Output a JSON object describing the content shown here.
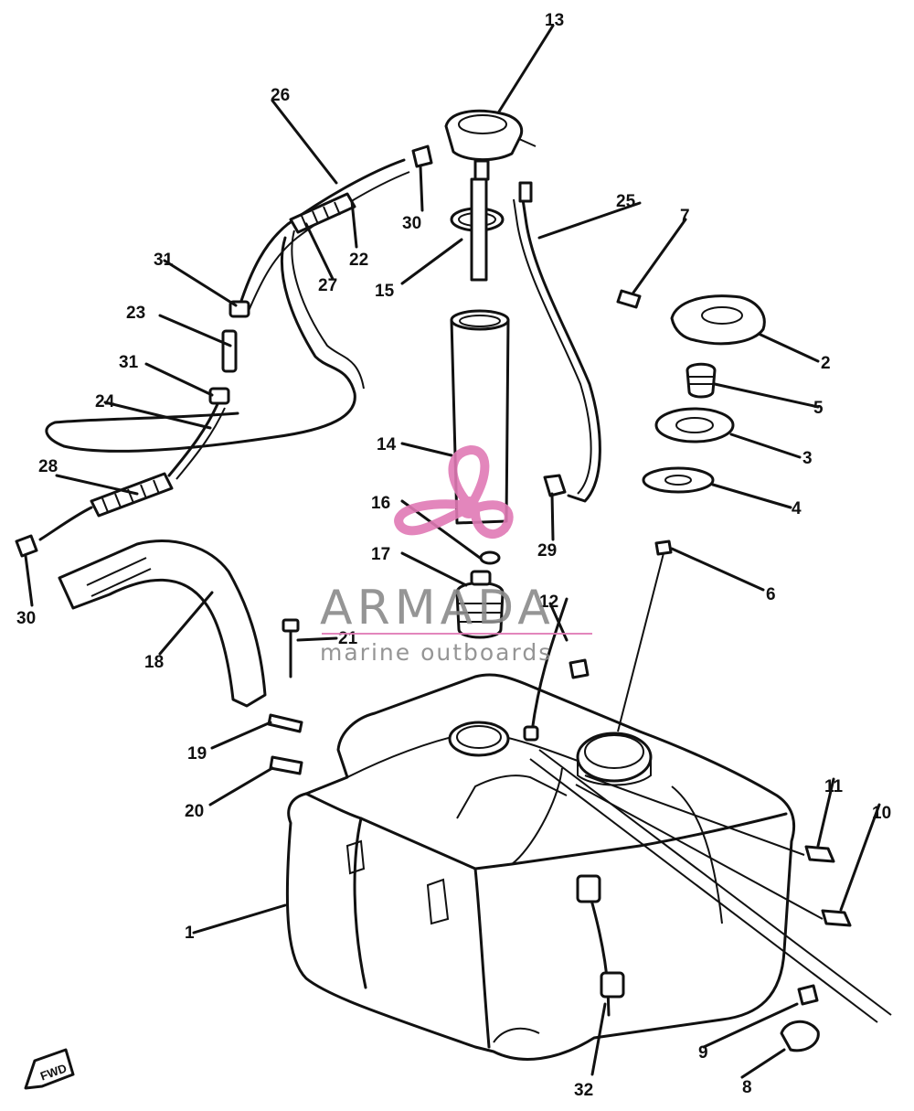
{
  "watermark": {
    "brand": "ARMADA",
    "tagline": "marine outboards",
    "accent_color": "#e07ab5",
    "text_color": "#8a8a8a"
  },
  "direction_marker": {
    "label": "FWD"
  },
  "callouts": [
    {
      "id": "callout-1",
      "text": "1"
    },
    {
      "id": "callout-2",
      "text": "2"
    },
    {
      "id": "callout-3",
      "text": "3"
    },
    {
      "id": "callout-4",
      "text": "4"
    },
    {
      "id": "callout-5",
      "text": "5"
    },
    {
      "id": "callout-6",
      "text": "6"
    },
    {
      "id": "callout-7",
      "text": "7"
    },
    {
      "id": "callout-8",
      "text": "8"
    },
    {
      "id": "callout-9",
      "text": "9"
    },
    {
      "id": "callout-10",
      "text": "10"
    },
    {
      "id": "callout-11",
      "text": "11"
    },
    {
      "id": "callout-12",
      "text": "12"
    },
    {
      "id": "callout-13",
      "text": "13"
    },
    {
      "id": "callout-14",
      "text": "14"
    },
    {
      "id": "callout-15",
      "text": "15"
    },
    {
      "id": "callout-16",
      "text": "16"
    },
    {
      "id": "callout-17",
      "text": "17"
    },
    {
      "id": "callout-18",
      "text": "18"
    },
    {
      "id": "callout-19",
      "text": "19"
    },
    {
      "id": "callout-20",
      "text": "20"
    },
    {
      "id": "callout-21",
      "text": "21"
    },
    {
      "id": "callout-22",
      "text": "22"
    },
    {
      "id": "callout-23",
      "text": "23"
    },
    {
      "id": "callout-24",
      "text": "24"
    },
    {
      "id": "callout-25",
      "text": "25"
    },
    {
      "id": "callout-26",
      "text": "26"
    },
    {
      "id": "callout-27",
      "text": "27"
    },
    {
      "id": "callout-28",
      "text": "28"
    },
    {
      "id": "callout-29",
      "text": "29"
    },
    {
      "id": "callout-30a",
      "text": "30"
    },
    {
      "id": "callout-30b",
      "text": "30"
    },
    {
      "id": "callout-31a",
      "text": "31"
    },
    {
      "id": "callout-31b",
      "text": "31"
    },
    {
      "id": "callout-32",
      "text": "32"
    }
  ]
}
